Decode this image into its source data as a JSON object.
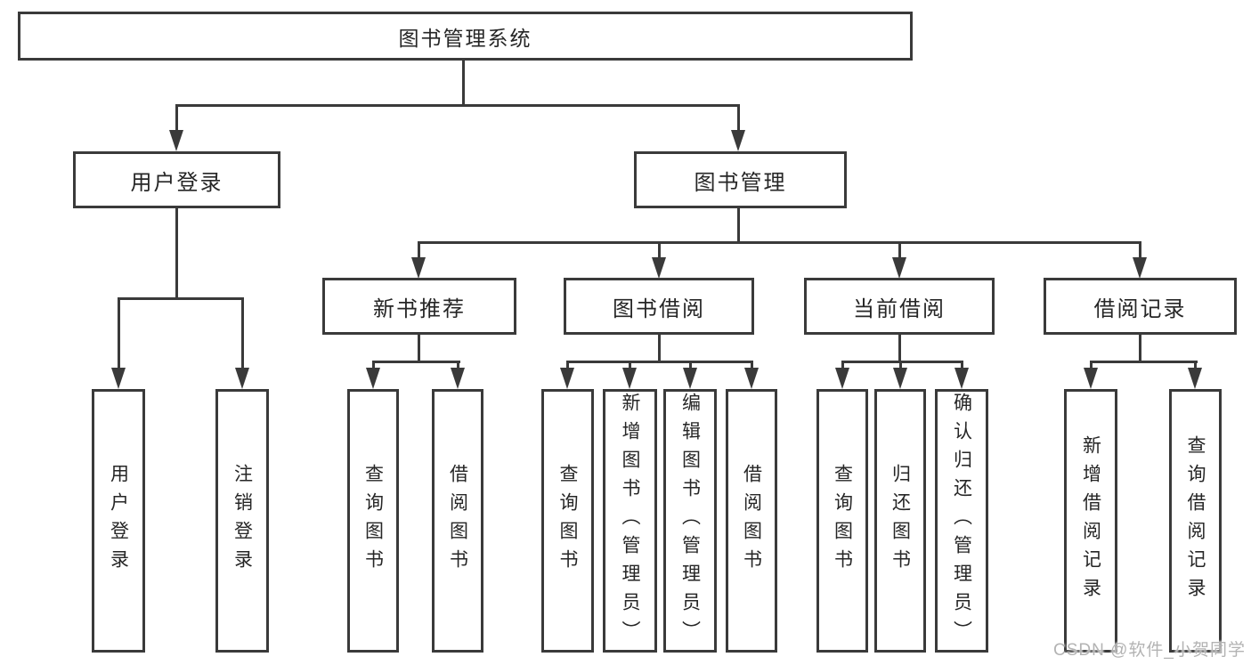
{
  "diagram": {
    "title": "图书管理系统",
    "tree": {
      "root": {
        "label": "图书管理系统"
      },
      "level2": [
        {
          "label": "用户登录"
        },
        {
          "label": "图书管理"
        }
      ],
      "level3": [
        {
          "label": "新书推荐"
        },
        {
          "label": "图书借阅"
        },
        {
          "label": "当前借阅"
        },
        {
          "label": "借阅记录"
        }
      ],
      "leaves": {
        "user_login": [
          {
            "label": "用户登录"
          },
          {
            "label": "注销登录"
          }
        ],
        "new_book": [
          {
            "label": "查询图书"
          },
          {
            "label": "借阅图书"
          }
        ],
        "book_borrow": [
          {
            "label": "查询图书"
          },
          {
            "label": "新增图书（管理员）"
          },
          {
            "label": "编辑图书（管理员）"
          },
          {
            "label": "借阅图书"
          }
        ],
        "current_borrow": [
          {
            "label": "查询图书"
          },
          {
            "label": "归还图书"
          },
          {
            "label": "确认归还（管理员）"
          }
        ],
        "records": [
          {
            "label": "新增借阅记录"
          },
          {
            "label": "查询借阅记录"
          }
        ]
      }
    },
    "colors": {
      "line": "#3a3a3a",
      "text": "#262626",
      "background": "#ffffff",
      "watermark": "#b3b3b3"
    }
  },
  "watermark": {
    "text": "CSDN @软件_小贺同学"
  }
}
